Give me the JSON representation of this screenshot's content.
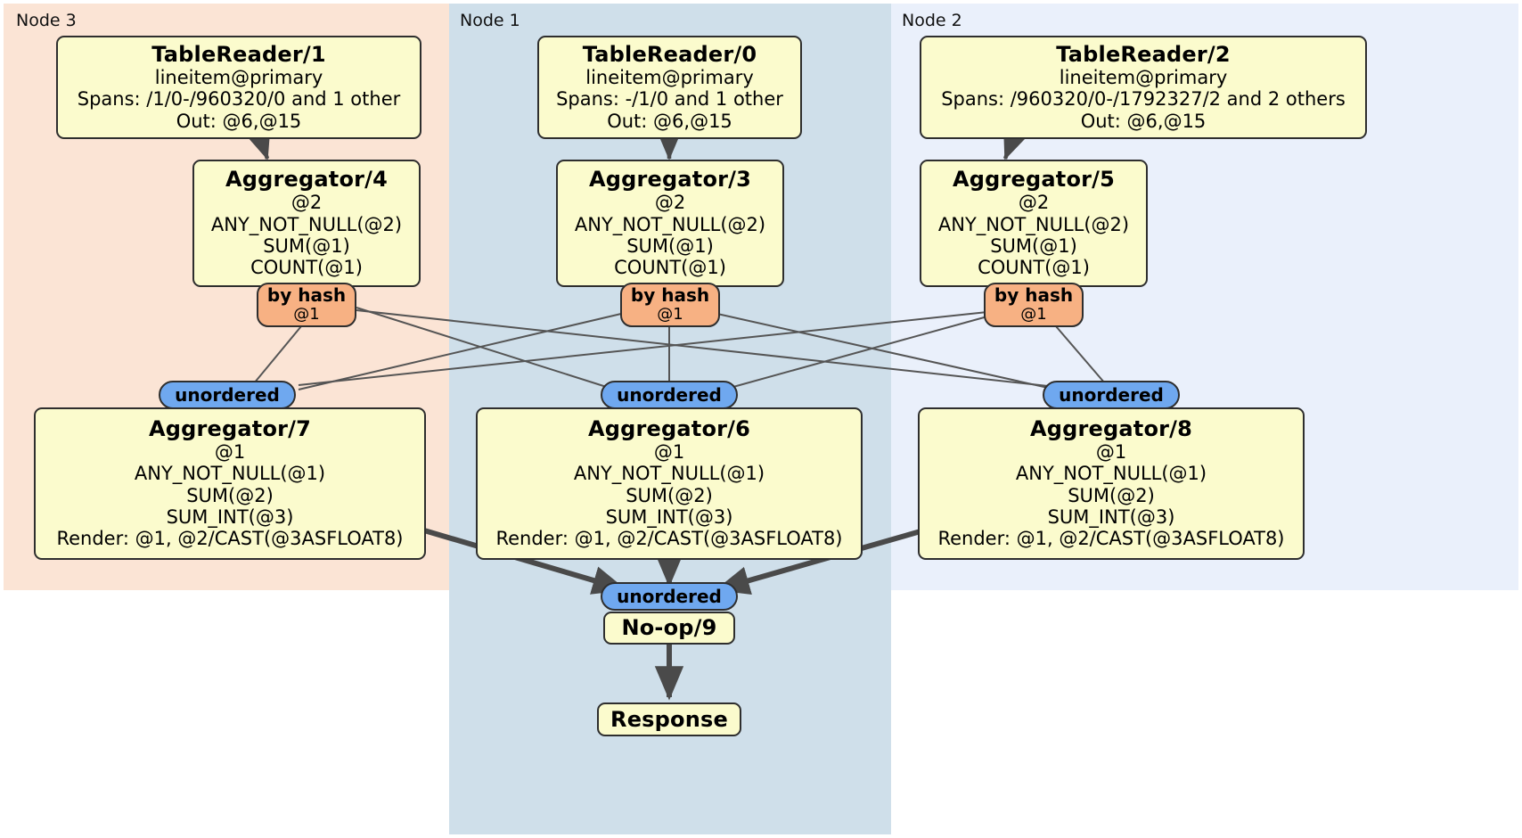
{
  "diagram": {
    "type": "distributed-query-plan",
    "colors": {
      "node3_panel": "#fbe4d5",
      "node1_panel": "#cfdfea",
      "node2_panel": "#eaf0fb",
      "processor_fill": "#fbfbcd",
      "router_fill": "#f7b183",
      "sync_fill": "#6fa8ef",
      "border": "#2e2e2e",
      "edge_thin": "#555555",
      "edge_thick": "#4a4a4a"
    }
  },
  "nodes": [
    {
      "id": "node3",
      "label": "Node 3"
    },
    {
      "id": "node1",
      "label": "Node 1"
    },
    {
      "id": "node2",
      "label": "Node 2"
    }
  ],
  "processors": {
    "table_reader_1": {
      "title": "TableReader/1",
      "lines": [
        "lineitem@primary",
        "Spans: /1/0-/960320/0 and 1 other",
        "Out: @6,@15"
      ]
    },
    "table_reader_0": {
      "title": "TableReader/0",
      "lines": [
        "lineitem@primary",
        "Spans: -/1/0 and 1 other",
        "Out: @6,@15"
      ]
    },
    "table_reader_2": {
      "title": "TableReader/2",
      "lines": [
        "lineitem@primary",
        "Spans: /960320/0-/1792327/2 and 2 others",
        "Out: @6,@15"
      ]
    },
    "aggregator_4": {
      "title": "Aggregator/4",
      "lines": [
        "@2",
        "ANY_NOT_NULL(@2)",
        "SUM(@1)",
        "COUNT(@1)"
      ]
    },
    "aggregator_3": {
      "title": "Aggregator/3",
      "lines": [
        "@2",
        "ANY_NOT_NULL(@2)",
        "SUM(@1)",
        "COUNT(@1)"
      ]
    },
    "aggregator_5": {
      "title": "Aggregator/5",
      "lines": [
        "@2",
        "ANY_NOT_NULL(@2)",
        "SUM(@1)",
        "COUNT(@1)"
      ]
    },
    "aggregator_7": {
      "title": "Aggregator/7",
      "lines": [
        "@1",
        "ANY_NOT_NULL(@1)",
        "SUM(@2)",
        "SUM_INT(@3)",
        "Render: @1, @2/CAST(@3ASFLOAT8)"
      ]
    },
    "aggregator_6": {
      "title": "Aggregator/6",
      "lines": [
        "@1",
        "ANY_NOT_NULL(@1)",
        "SUM(@2)",
        "SUM_INT(@3)",
        "Render: @1, @2/CAST(@3ASFLOAT8)"
      ]
    },
    "aggregator_8": {
      "title": "Aggregator/8",
      "lines": [
        "@1",
        "ANY_NOT_NULL(@1)",
        "SUM(@2)",
        "SUM_INT(@3)",
        "Render: @1, @2/CAST(@3ASFLOAT8)"
      ]
    },
    "noop_9": {
      "title": "No-op/9",
      "lines": []
    },
    "response": {
      "title": "Response",
      "lines": []
    }
  },
  "routers": {
    "by_hash_left": {
      "title": "by hash",
      "sub": "@1"
    },
    "by_hash_center": {
      "title": "by hash",
      "sub": "@1"
    },
    "by_hash_right": {
      "title": "by hash",
      "sub": "@1"
    }
  },
  "synchronizers": {
    "unordered_left": {
      "title": "unordered"
    },
    "unordered_center": {
      "title": "unordered"
    },
    "unordered_right": {
      "title": "unordered"
    },
    "unordered_final": {
      "title": "unordered"
    }
  }
}
